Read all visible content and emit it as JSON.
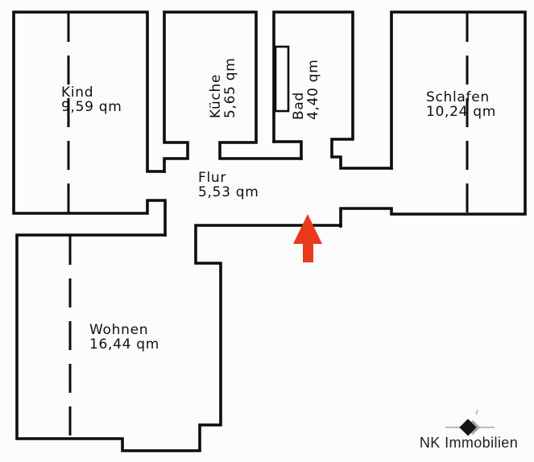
{
  "floorplan": {
    "wall_color": "#0d0d0d",
    "entrance_arrow_color": "#e9391b",
    "rooms": [
      {
        "label": "Kind",
        "area": "9,59 qm"
      },
      {
        "label": "Küche",
        "area": "5,65 qm"
      },
      {
        "label": "Bad",
        "area": "4,40 qm"
      },
      {
        "label": "Schlafen",
        "area": "10,24 qm"
      },
      {
        "label": "Flur",
        "area": "5,53 qm"
      },
      {
        "label": "Wohnen",
        "area": "16,44 qm"
      }
    ]
  },
  "branding": {
    "company": "NK Immobilien",
    "diamond_color": "#161616",
    "shadow_diamond_color": "#a8a8a8",
    "accent_line_color": "#b9b9b9"
  }
}
